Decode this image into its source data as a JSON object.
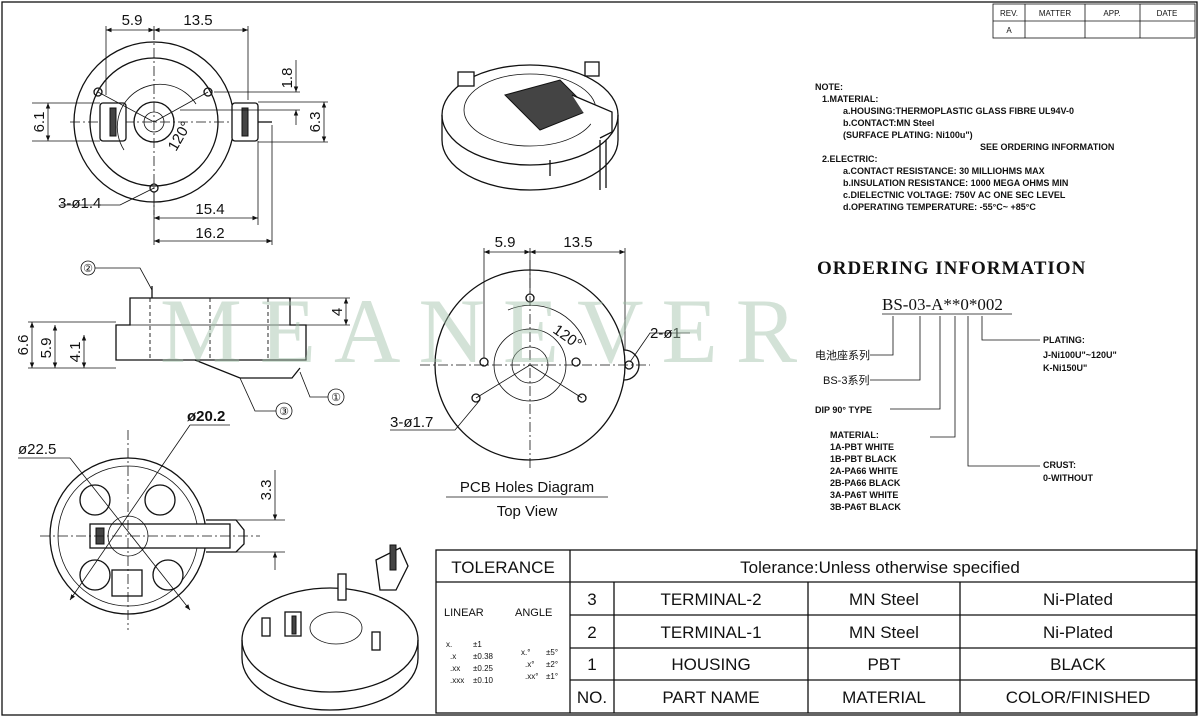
{
  "watermark": "MEANEVER",
  "revision_block": {
    "headers": [
      "REV.",
      "MATTER",
      "APP.",
      "DATE"
    ],
    "rows": [
      [
        "A",
        "",
        "",
        ""
      ]
    ]
  },
  "notes": {
    "title": "NOTE:",
    "material_heading": "1.MATERIAL:",
    "material_lines": [
      "a.HOUSING:THERMOPLASTIC GLASS FIBRE UL94V-0",
      "b.CONTACT:MN Steel",
      "(SURFACE PLATING: Ni100u\")",
      "SEE ORDERING INFORMATION"
    ],
    "electric_heading": "2.ELECTRIC:",
    "electric_lines": [
      "a.CONTACT RESISTANCE: 30 MILLIOHMS MAX",
      "b.INSULATION RESISTANCE: 1000 MEGA OHMS MIN",
      "c.DIELECTNIC VOLTAGE: 750V AC ONE SEC LEVEL",
      "d.OPERATING TEMPERATURE: -55°C~ +85°C"
    ]
  },
  "ordering": {
    "title": "ORDERING INFORMATION",
    "code": "BS-03-A**0*002",
    "label_series_cn": "电池座系列",
    "label_series": "BS-3系列",
    "label_dip": "DIP 90° TYPE",
    "material_heading": "MATERIAL:",
    "material_options": [
      "1A-PBT WHITE",
      "1B-PBT BLACK",
      "2A-PA66 WHITE",
      "2B-PA66 BLACK",
      "3A-PA6T WHITE",
      "3B-PA6T BLACK"
    ],
    "plating_heading": "PLATING:",
    "plating_options": [
      "J-Ni100U\"~120U\"",
      "K-Ni150U\""
    ],
    "crust_heading": "CRUST:",
    "crust_options": [
      "0-WITHOUT"
    ]
  },
  "top_view_dims": {
    "d1": "5.9",
    "d2": "13.5",
    "d3": "1.8",
    "d4": "6.1",
    "d5": "6.3",
    "angle": "120°",
    "holes": "3-ø1.4",
    "d6": "15.4",
    "d7": "16.2"
  },
  "side_view_dims": {
    "h1": "6.6",
    "h2": "5.9",
    "h3": "4.1",
    "h4": "4",
    "callouts": [
      "②",
      "①",
      "③"
    ]
  },
  "bottom_view_dims": {
    "dia1": "ø20.2",
    "dia2": "ø22.5",
    "h": "3.3"
  },
  "pcb_diagram": {
    "d1": "5.9",
    "d2": "13.5",
    "angle": "120°",
    "pin": "2-ø1",
    "holes": "3-ø1.7",
    "title": "PCB Holes Diagram",
    "subtitle": "Top View"
  },
  "title_block": {
    "tolerance_title": "TOLERANCE",
    "tolerance_text": "Tolerance:Unless otherwise specified",
    "linear_label": "LINEAR",
    "angle_label": "ANGLE",
    "linear_rows": [
      [
        "x.",
        "±1"
      ],
      [
        ".x",
        "±0.38"
      ],
      [
        ".xx",
        "±0.25"
      ],
      [
        ".xxx",
        "±0.10"
      ]
    ],
    "angle_rows": [
      [
        "x.°",
        "±5°"
      ],
      [
        ".x°",
        "±2°"
      ],
      [
        ".xx°",
        "±1°"
      ]
    ],
    "parts": [
      {
        "no": "3",
        "name": "TERMINAL-2",
        "material": "MN Steel",
        "finish": "Ni-Plated"
      },
      {
        "no": "2",
        "name": "TERMINAL-1",
        "material": "MN Steel",
        "finish": "Ni-Plated"
      },
      {
        "no": "1",
        "name": "HOUSING",
        "material": "PBT",
        "finish": "BLACK"
      }
    ],
    "header": {
      "no": "NO.",
      "name": "PART NAME",
      "material": "MATERIAL",
      "finish": "COLOR/FINISHED"
    }
  }
}
